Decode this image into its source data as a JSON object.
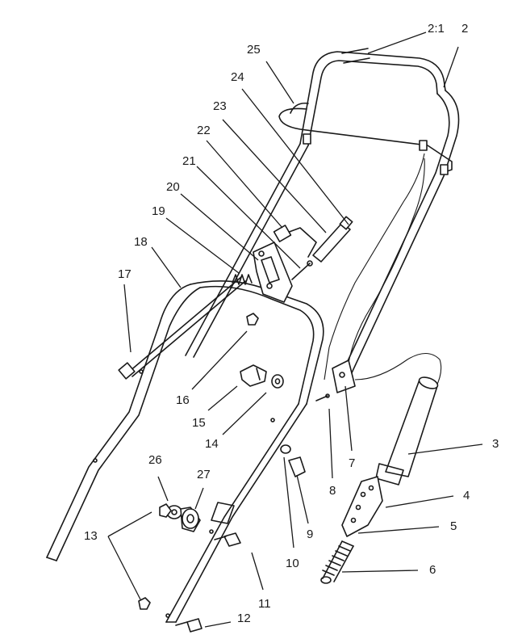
{
  "callouts": {
    "c_2_1": "2:1",
    "c_2": "2",
    "c_3": "3",
    "c_4": "4",
    "c_5": "5",
    "c_6": "6",
    "c_7": "7",
    "c_8": "8",
    "c_9": "9",
    "c_10": "10",
    "c_11": "11",
    "c_12": "12",
    "c_13": "13",
    "c_14": "14",
    "c_15": "15",
    "c_16": "16",
    "c_17": "17",
    "c_18": "18",
    "c_19": "19",
    "c_20": "20",
    "c_21": "21",
    "c_22": "22",
    "c_23": "23",
    "c_24": "24",
    "c_25": "25",
    "c_26": "26",
    "c_27": "27"
  }
}
